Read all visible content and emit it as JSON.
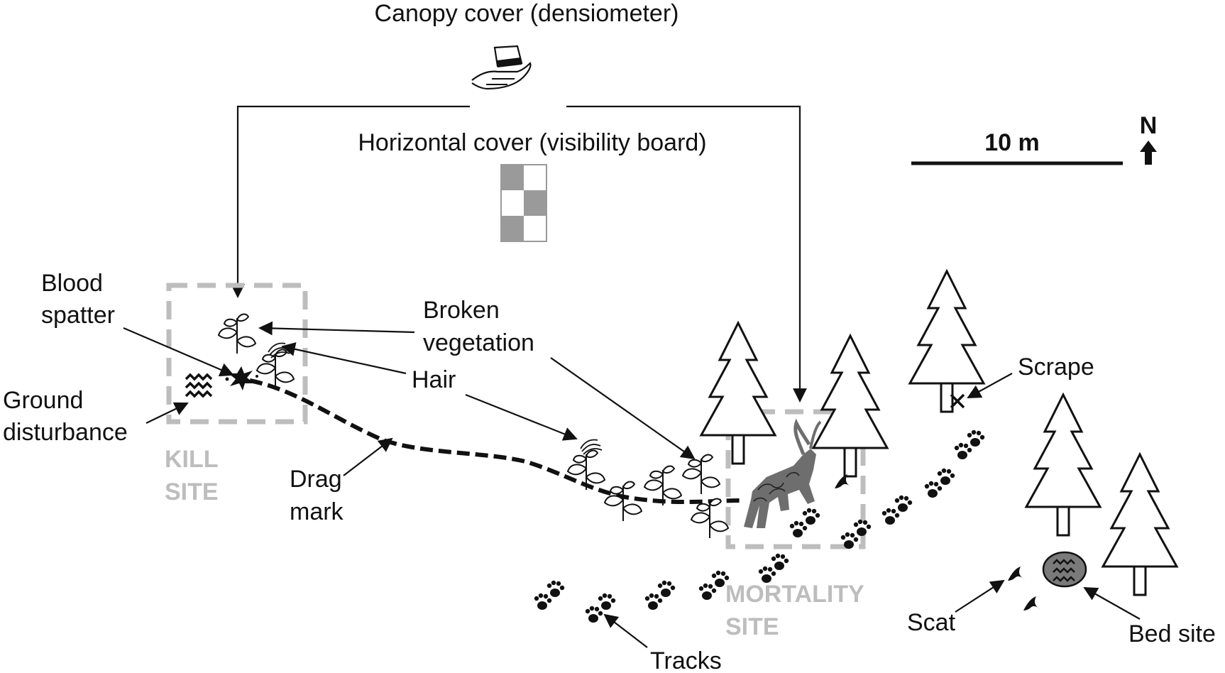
{
  "labels": {
    "canopy": "Canopy cover (densiometer)",
    "horizontal": "Horizontal cover (visibility board)",
    "blood_1": "Blood",
    "blood_2": "spatter",
    "ground_1": "Ground",
    "ground_2": "disturbance",
    "broken_1": "Broken",
    "broken_2": "vegetation",
    "hair": "Hair",
    "drag_1": "Drag",
    "drag_2": "mark",
    "kill_1": "KILL",
    "kill_2": "SITE",
    "mortality_1": "MORTALITY",
    "mortality_2": "SITE",
    "tracks": "Tracks",
    "scat": "Scat",
    "bed": "Bed site",
    "scrape": "Scrape",
    "scale": "10 m",
    "north": "N"
  },
  "colors": {
    "ink": "#111111",
    "site_box": "#bdbdbd",
    "board_fill": "#9a9a9a",
    "deer": "#6e6e6e",
    "bed_fill": "#7a7a7a"
  },
  "icons": {
    "canopy": "hand-densiometer-icon",
    "board": "visibility-board-icon",
    "tree": "conifer-tree-icon",
    "track": "paw-print-icon",
    "scat": "scat-icon",
    "bed": "bed-site-icon",
    "scrape": "scrape-x-icon",
    "deer": "deer-carcass-icon",
    "plant": "broken-plant-icon",
    "north_arrow": "north-arrow-icon"
  }
}
